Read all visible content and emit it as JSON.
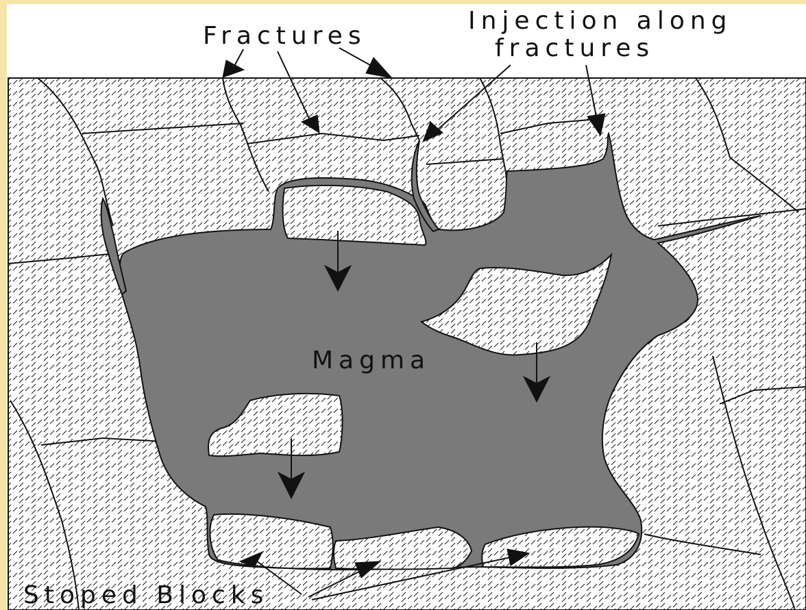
{
  "labels": {
    "fractures": "Fractures",
    "injection_line1": "Injection along",
    "injection_line2": "fractures",
    "magma": "Magma",
    "stoped_blocks": "Stoped Blocks"
  },
  "colors": {
    "page_background": "#f6e3a6",
    "panel_background": "#ffffff",
    "magma_fill": "#7a7a7a",
    "line": "#111111"
  }
}
